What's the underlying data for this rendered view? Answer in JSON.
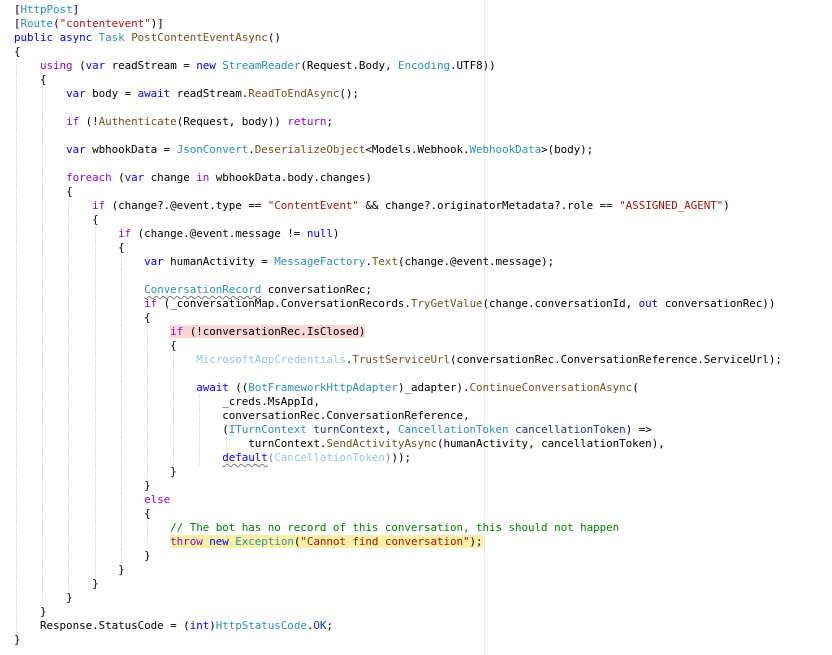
{
  "editor": {
    "language": "C#",
    "colors": {
      "keyword": "#0000ff",
      "control": "#8f08c4",
      "type": "#2b91af",
      "string": "#a31515",
      "method": "#74531f",
      "comment": "#008000",
      "parameter": "#1f377f",
      "breakpoint_highlight": "#f9d6d6",
      "current_statement_highlight": "#faf0a6"
    },
    "highlights": {
      "pink_line": 24,
      "yellow_line": 39
    },
    "lines": [
      {
        "indent": 0,
        "tokens": [
          [
            "p",
            "["
          ],
          [
            "ty",
            "HttpPost"
          ],
          [
            "p",
            "]"
          ]
        ]
      },
      {
        "indent": 0,
        "tokens": [
          [
            "p",
            "["
          ],
          [
            "ty",
            "Route"
          ],
          [
            "p",
            "("
          ],
          [
            "str",
            "\"contentevent\""
          ],
          [
            "p",
            ")]"
          ]
        ]
      },
      {
        "indent": 0,
        "tokens": [
          [
            "kw",
            "public"
          ],
          [
            "p",
            " "
          ],
          [
            "kw",
            "async"
          ],
          [
            "p",
            " "
          ],
          [
            "ty",
            "Task"
          ],
          [
            "p",
            " "
          ],
          [
            "fn",
            "PostContentEventAsync"
          ],
          [
            "p",
            "()"
          ]
        ]
      },
      {
        "indent": 0,
        "tokens": [
          [
            "p",
            "{"
          ]
        ]
      },
      {
        "indent": 1,
        "tokens": [
          [
            "ctl",
            "using"
          ],
          [
            "p",
            " ("
          ],
          [
            "kw",
            "var"
          ],
          [
            "p",
            " readStream = "
          ],
          [
            "kw",
            "new"
          ],
          [
            "p",
            " "
          ],
          [
            "ty",
            "StreamReader"
          ],
          [
            "p",
            "(Request.Body, "
          ],
          [
            "ty",
            "Encoding"
          ],
          [
            "p",
            ".UTF8))"
          ]
        ]
      },
      {
        "indent": 1,
        "tokens": [
          [
            "p",
            "{"
          ]
        ]
      },
      {
        "indent": 2,
        "tokens": [
          [
            "kw",
            "var"
          ],
          [
            "p",
            " body = "
          ],
          [
            "kw",
            "await"
          ],
          [
            "p",
            " readStream."
          ],
          [
            "fn",
            "ReadToEndAsync"
          ],
          [
            "p",
            "();"
          ]
        ]
      },
      {
        "indent": 2,
        "tokens": []
      },
      {
        "indent": 2,
        "tokens": [
          [
            "ctl",
            "if"
          ],
          [
            "p",
            " (!"
          ],
          [
            "fn",
            "Authenticate"
          ],
          [
            "p",
            "(Request, body)) "
          ],
          [
            "ctl",
            "return"
          ],
          [
            "p",
            ";"
          ]
        ]
      },
      {
        "indent": 2,
        "tokens": []
      },
      {
        "indent": 2,
        "tokens": [
          [
            "kw",
            "var"
          ],
          [
            "p",
            " wbhookData = "
          ],
          [
            "ty",
            "JsonConvert"
          ],
          [
            "p",
            "."
          ],
          [
            "fn",
            "DeserializeObject"
          ],
          [
            "p",
            "<Models.Webhook."
          ],
          [
            "ty",
            "WebhookData"
          ],
          [
            "p",
            ">(body);"
          ]
        ]
      },
      {
        "indent": 2,
        "tokens": []
      },
      {
        "indent": 2,
        "tokens": [
          [
            "ctl",
            "foreach"
          ],
          [
            "p",
            " ("
          ],
          [
            "kw",
            "var"
          ],
          [
            "p",
            " change "
          ],
          [
            "ctl",
            "in"
          ],
          [
            "p",
            " wbhookData.body.changes)"
          ]
        ]
      },
      {
        "indent": 2,
        "tokens": [
          [
            "p",
            "{"
          ]
        ]
      },
      {
        "indent": 3,
        "tokens": [
          [
            "ctl",
            "if"
          ],
          [
            "p",
            " (change?.@event.type == "
          ],
          [
            "str",
            "\"ContentEvent\""
          ],
          [
            "p",
            " && change?.originatorMetadata?.role == "
          ],
          [
            "str",
            "\"ASSIGNED_AGENT\""
          ],
          [
            "p",
            ")"
          ]
        ]
      },
      {
        "indent": 3,
        "tokens": [
          [
            "p",
            "{"
          ]
        ]
      },
      {
        "indent": 4,
        "tokens": [
          [
            "ctl",
            "if"
          ],
          [
            "p",
            " (change.@event.message != "
          ],
          [
            "kw",
            "null"
          ],
          [
            "p",
            ")"
          ]
        ]
      },
      {
        "indent": 4,
        "tokens": [
          [
            "p",
            "{"
          ]
        ]
      },
      {
        "indent": 5,
        "tokens": [
          [
            "kw",
            "var"
          ],
          [
            "p",
            " humanActivity = "
          ],
          [
            "ty",
            "MessageFactory"
          ],
          [
            "p",
            "."
          ],
          [
            "fn",
            "Text"
          ],
          [
            "p",
            "(change.@event.message);"
          ]
        ]
      },
      {
        "indent": 5,
        "tokens": []
      },
      {
        "indent": 5,
        "tokens": [
          [
            "ty sq",
            "ConversationRecord"
          ],
          [
            "p",
            " conversationRec;"
          ]
        ]
      },
      {
        "indent": 5,
        "tokens": [
          [
            "ctl",
            "if"
          ],
          [
            "p",
            " (_conversationMap.ConversationRecords."
          ],
          [
            "fn",
            "TryGetValue"
          ],
          [
            "p",
            "(change.conversationId, "
          ],
          [
            "kw",
            "out"
          ],
          [
            "p",
            " conversationRec))"
          ]
        ]
      },
      {
        "indent": 5,
        "tokens": [
          [
            "p",
            "{"
          ]
        ]
      },
      {
        "indent": 6,
        "tokens": [
          [
            "ctl",
            "if"
          ],
          [
            "p",
            " (!conversationRec.IsClosed)"
          ]
        ],
        "highlight": "pink"
      },
      {
        "indent": 6,
        "tokens": [
          [
            "p",
            "{"
          ]
        ]
      },
      {
        "indent": 7,
        "tokens": [
          [
            "ty faded",
            "MicrosoftAppCredentials"
          ],
          [
            "p",
            "."
          ],
          [
            "fn",
            "TrustServiceUrl"
          ],
          [
            "p",
            "(conversationRec.ConversationReference.ServiceUrl);"
          ]
        ]
      },
      {
        "indent": 7,
        "tokens": []
      },
      {
        "indent": 7,
        "tokens": [
          [
            "kw",
            "await"
          ],
          [
            "p",
            " (("
          ],
          [
            "ty",
            "BotFrameworkHttpAdapter"
          ],
          [
            "p",
            ")_adapter)."
          ],
          [
            "fn",
            "ContinueConversationAsync"
          ],
          [
            "p",
            "("
          ]
        ]
      },
      {
        "indent": 8,
        "tokens": [
          [
            "p",
            "_creds.MsAppId,"
          ]
        ]
      },
      {
        "indent": 8,
        "tokens": [
          [
            "p",
            "conversationRec.ConversationReference,"
          ]
        ]
      },
      {
        "indent": 8,
        "tokens": [
          [
            "p",
            "("
          ],
          [
            "ty",
            "ITurnContext"
          ],
          [
            "p",
            " "
          ],
          [
            "prm",
            "turnContext"
          ],
          [
            "p",
            ", "
          ],
          [
            "ty",
            "CancellationToken"
          ],
          [
            "p",
            " "
          ],
          [
            "prm",
            "cancellationToken"
          ],
          [
            "p",
            ") =>"
          ]
        ]
      },
      {
        "indent": 9,
        "tokens": [
          [
            "p",
            "turnContext."
          ],
          [
            "fn",
            "SendActivityAsync"
          ],
          [
            "p",
            "(humanActivity, cancellationToken),"
          ]
        ]
      },
      {
        "indent": 8,
        "tokens": [
          [
            "kw sq",
            "default"
          ],
          [
            "p faded",
            "("
          ],
          [
            "ty faded",
            "CancellationToken"
          ],
          [
            "p faded",
            ")"
          ],
          [
            "p",
            "));"
          ]
        ]
      },
      {
        "indent": 6,
        "tokens": [
          [
            "p",
            "}"
          ]
        ]
      },
      {
        "indent": 5,
        "tokens": [
          [
            "p",
            "}"
          ]
        ]
      },
      {
        "indent": 5,
        "tokens": [
          [
            "ctl",
            "else"
          ]
        ]
      },
      {
        "indent": 5,
        "tokens": [
          [
            "p",
            "{"
          ]
        ]
      },
      {
        "indent": 6,
        "tokens": [
          [
            "cm",
            "// The bot has no record of this conversation, this should not happen"
          ]
        ]
      },
      {
        "indent": 6,
        "tokens": [
          [
            "ctl",
            "throw"
          ],
          [
            "p",
            " "
          ],
          [
            "kw",
            "new"
          ],
          [
            "p",
            " "
          ],
          [
            "ty",
            "Exception"
          ],
          [
            "p",
            "("
          ],
          [
            "str",
            "\"Cannot find conversation\""
          ],
          [
            "p",
            ");"
          ]
        ],
        "highlight": "yellow"
      },
      {
        "indent": 5,
        "tokens": [
          [
            "p",
            "}"
          ]
        ]
      },
      {
        "indent": 4,
        "tokens": [
          [
            "p",
            "}"
          ]
        ]
      },
      {
        "indent": 3,
        "tokens": [
          [
            "p",
            "}"
          ]
        ]
      },
      {
        "indent": 2,
        "tokens": [
          [
            "p",
            "}"
          ]
        ]
      },
      {
        "indent": 1,
        "tokens": [
          [
            "p",
            "}"
          ]
        ]
      },
      {
        "indent": 1,
        "tokens": [
          [
            "p",
            "Response.StatusCode = ("
          ],
          [
            "kw",
            "int"
          ],
          [
            "p",
            ")"
          ],
          [
            "ty",
            "HttpStatusCode"
          ],
          [
            "p",
            "."
          ],
          [
            "enm",
            "OK"
          ],
          [
            "p",
            ";"
          ]
        ]
      },
      {
        "indent": 0,
        "tokens": [
          [
            "p",
            "}"
          ]
        ]
      }
    ]
  }
}
